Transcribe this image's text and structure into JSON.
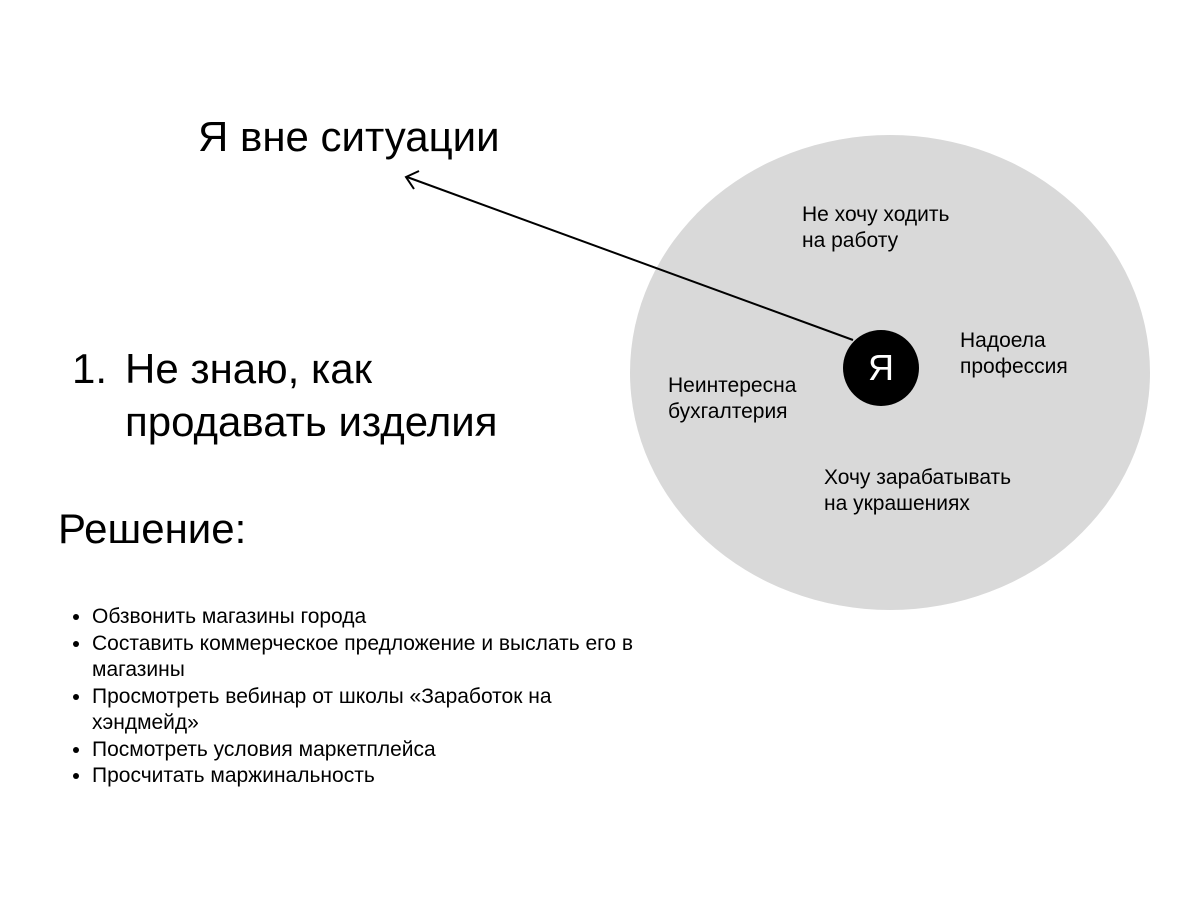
{
  "diagram": {
    "outside_label": "Я вне ситуации",
    "center_label": "Я",
    "circle_color": "#d9d9d9",
    "center_color": "#000000",
    "circle_labels": [
      {
        "line1": "Не хочу ходить",
        "line2": "на работу"
      },
      {
        "line1": "Надоела",
        "line2": "профессия"
      },
      {
        "line1": "Неинтересна",
        "line2": "бухгалтерия"
      },
      {
        "line1": "Хочу зарабатывать",
        "line2": "на украшениях"
      }
    ],
    "arrow": {
      "from": "Я",
      "to": "Я вне ситуации"
    }
  },
  "problem": {
    "number": "1.",
    "line1": "Не знаю, как",
    "line2": "продавать изделия"
  },
  "solution": {
    "title": "Решение:",
    "items": [
      "Обзвонить магазины города",
      "Составить коммерческое предложение и выслать его в магазины",
      "Просмотреть вебинар от школы «Заработок на хэндмейд»",
      "Посмотреть условия маркетплейса",
      "Просчитать маржинальность"
    ]
  }
}
